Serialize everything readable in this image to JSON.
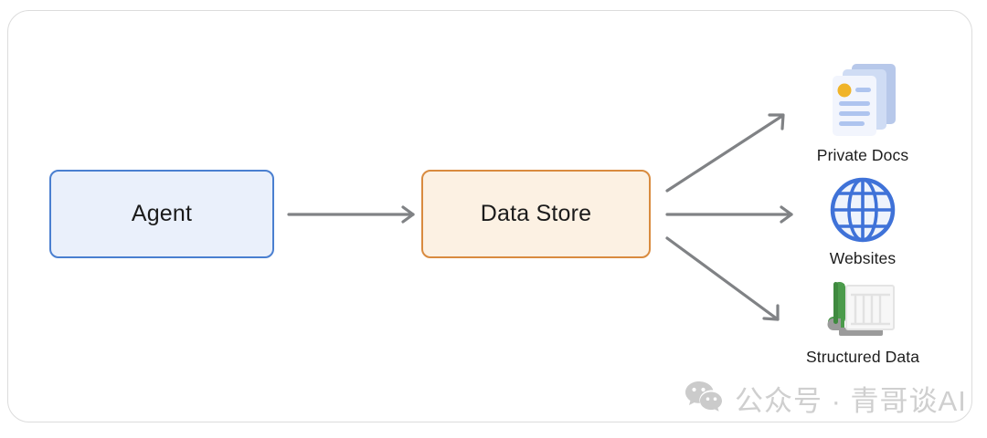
{
  "diagram": {
    "title": "Agent data store retrieval diagram",
    "nodes": [
      {
        "id": "agent",
        "label": "Agent",
        "fill": "#eaf0fb",
        "border": "#4a7fd0"
      },
      {
        "id": "data-store",
        "label": "Data Store",
        "fill": "#fcf1e3",
        "border": "#d98b3f"
      }
    ],
    "sources": [
      {
        "id": "private-docs",
        "label": "Private Docs",
        "icon": "documents-stack-icon"
      },
      {
        "id": "websites",
        "label": "Websites",
        "icon": "globe-icon"
      },
      {
        "id": "structured-data",
        "label": "Structured Data",
        "icon": "spreadsheet-roll-icon"
      }
    ],
    "edges": [
      {
        "from": "agent",
        "to": "data-store",
        "style": "straight-arrow"
      },
      {
        "from": "data-store",
        "to": "private-docs",
        "style": "diagonal-up-arrow"
      },
      {
        "from": "data-store",
        "to": "websites",
        "style": "straight-arrow"
      },
      {
        "from": "data-store",
        "to": "structured-data",
        "style": "diagonal-down-arrow"
      }
    ],
    "arrow_color": "#808285",
    "card_border_color": "#dcdcdc"
  },
  "watermark": {
    "logo": "wechat-logo",
    "text": "公众号 · 青哥谈AI",
    "color": "#cfcfcf"
  }
}
